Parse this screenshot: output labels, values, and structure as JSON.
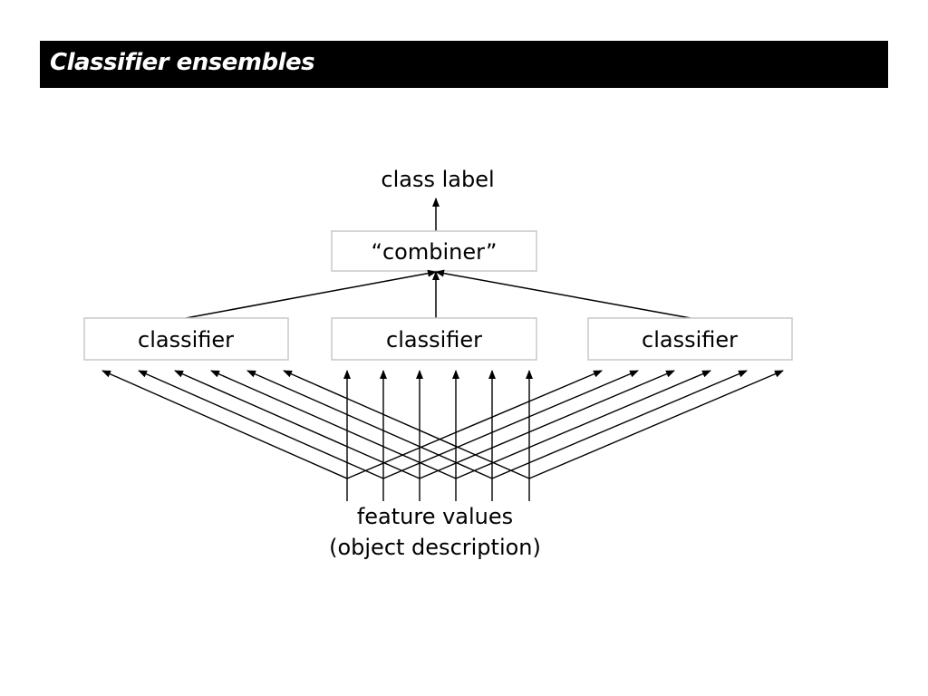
{
  "title": "Classifier ensembles",
  "diagram": {
    "output_label": "class label",
    "combiner_label": "“combiner”",
    "classifiers": [
      "classifier",
      "classifier",
      "classifier"
    ],
    "input_label_line1": "feature values",
    "input_label_line2": "(object description)"
  }
}
